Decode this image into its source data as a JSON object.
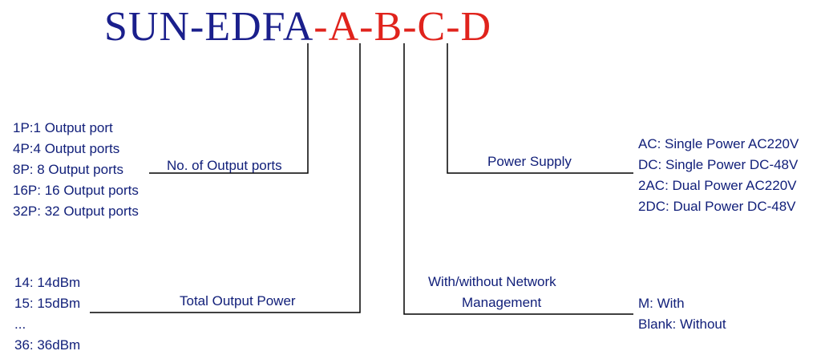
{
  "title": {
    "prefix": "SUN-EDFA",
    "codes": [
      "A",
      "B",
      "C",
      "D"
    ]
  },
  "output_ports": {
    "label": "No. of Output ports",
    "options": [
      "1P:1 Output port",
      "4P:4 Output ports",
      "8P: 8 Output ports",
      "16P: 16 Output ports",
      "32P: 32 Output ports"
    ]
  },
  "output_power": {
    "label": "Total Output Power",
    "options": [
      "14: 14dBm",
      "15: 15dBm",
      "...",
      "36: 36dBm"
    ]
  },
  "network_management": {
    "label_line1": "With/without Network",
    "label_line2": "Management",
    "options": [
      "M: With",
      "Blank: Without"
    ]
  },
  "power_supply": {
    "label": "Power Supply",
    "options": [
      "AC: Single Power AC220V",
      "DC: Single Power  DC-48V",
      "2AC: Dual Power AC220V",
      "2DC: Dual Power DC-48V"
    ]
  },
  "colors": {
    "prefix": "#1a1f8c",
    "code": "#e0231c",
    "text": "#12207a",
    "line": "#000000"
  }
}
